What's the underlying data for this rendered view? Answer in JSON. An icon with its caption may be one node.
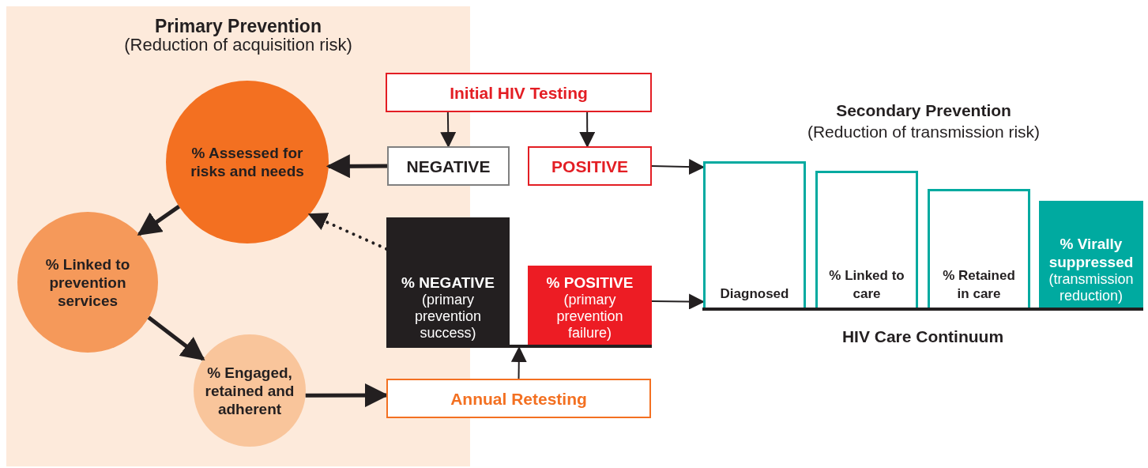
{
  "diagram": {
    "nodes": [
      {
        "text": [
          "Primary Prevention",
          "(Reduction of acquisition risk)"
        ]
      },
      {
        "text": [
          "Initial HIV Testing"
        ]
      },
      {
        "text": [
          "NEGATIVE"
        ]
      },
      {
        "text": [
          "POSITIVE"
        ]
      },
      {
        "text": [
          "% Assessed for risks and needs"
        ],
        "in": 0
      },
      {
        "text": [
          "% Linked to prevention services"
        ],
        "in": 0
      },
      {
        "text": [
          "% Engaged, retained and adherent"
        ],
        "in": 0
      },
      {
        "text": [
          "% NEGATIVE",
          "(primary prevention success)"
        ]
      },
      {
        "text": [
          "% POSITIVE",
          "(primary prevention failure)"
        ]
      },
      {
        "text": [
          "Annual Retesting"
        ]
      },
      {
        "text": [
          "Diagnosed"
        ]
      },
      {
        "text": [
          "% Linked to care"
        ]
      },
      {
        "text": [
          "% Retained in care"
        ]
      },
      {
        "text": [
          "% Virally suppressed",
          "(transmission reduction)"
        ]
      },
      {
        "text": [],
        "shape": "bar"
      },
      {
        "text": [],
        "shape": "bar"
      }
    ],
    "edges": [
      {
        "from": 1,
        "to": 2,
        "arrow": "to"
      },
      {
        "from": 1,
        "to": 3,
        "arrow": "to"
      },
      {
        "from": 2,
        "to": 4,
        "arrow": "to",
        "style": "thick"
      },
      {
        "from": 3,
        "to": 10,
        "arrow": "to"
      },
      {
        "from": 7,
        "to": 4,
        "arrow": "to",
        "style": "dashed"
      },
      {
        "from": 4,
        "to": 5,
        "arrow": "to",
        "style": "thick"
      },
      {
        "from": 5,
        "to": 6,
        "arrow": "to",
        "style": "thick"
      },
      {
        "from": 6,
        "to": 9,
        "arrow": "to",
        "style": "thick"
      },
      {
        "from": 9,
        "to": 14,
        "arrow": "to"
      },
      {
        "from": 8,
        "to": 10,
        "arrow": "to"
      }
    ],
    "labels": [
      "Secondary Prevention",
      "(Reduction of transmission risk)",
      "HIV Care Continuum"
    ]
  }
}
